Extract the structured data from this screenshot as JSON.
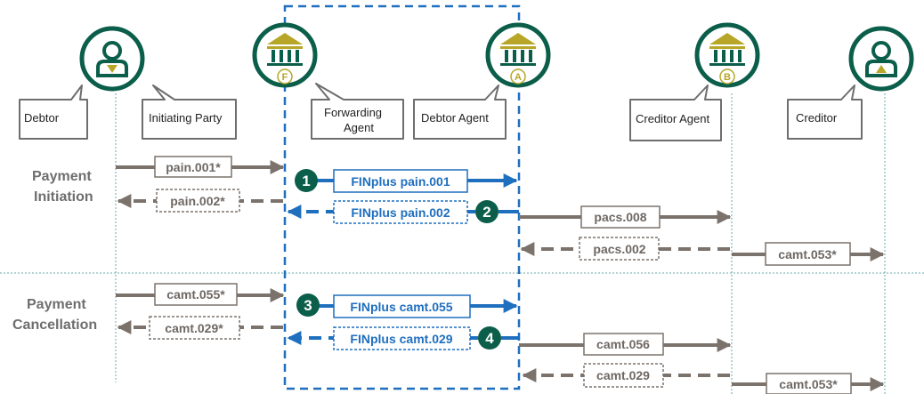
{
  "colors": {
    "green": "#0b5e4a",
    "gold": "#b7a627",
    "grey_arrow": "#7b726b",
    "blue": "#1f6fbf",
    "lifeline": "#6aa8a8",
    "callout_border": "#6e6e6e"
  },
  "actors": {
    "debtor": {
      "label": "Debtor",
      "icon": "person-down-icon"
    },
    "initiating_party": {
      "label": "Initiating Party"
    },
    "forwarding_agent": {
      "label_line1": "Forwarding",
      "label_line2": "Agent",
      "icon": "bank-icon",
      "badge": "F"
    },
    "debtor_agent": {
      "label": "Debtor Agent",
      "icon": "bank-icon",
      "badge": "A"
    },
    "creditor_agent": {
      "label": "Creditor Agent",
      "icon": "bank-icon",
      "badge": "B"
    },
    "creditor": {
      "label": "Creditor",
      "icon": "person-up-icon"
    }
  },
  "sections": {
    "initiation": {
      "line1": "Payment",
      "line2": "Initiation"
    },
    "cancellation": {
      "line1": "Payment",
      "line2": "Cancellation"
    }
  },
  "messages": {
    "pain001": "pain.001*",
    "pain002": "pain.002*",
    "fin_pain001": "FINplus pain.001",
    "fin_pain002": "FINplus pain.002",
    "pacs008": "pacs.008",
    "pacs002": "pacs.002",
    "camt053_a": "camt.053*",
    "camt055": "camt.055*",
    "camt029_client": "camt.029*",
    "fin_camt055": "FINplus camt.055",
    "fin_camt029": "FINplus camt.029",
    "camt056": "camt.056",
    "camt029_inter": "camt.029",
    "camt053_b": "camt.053*"
  },
  "steps": [
    "1",
    "2",
    "3",
    "4"
  ]
}
